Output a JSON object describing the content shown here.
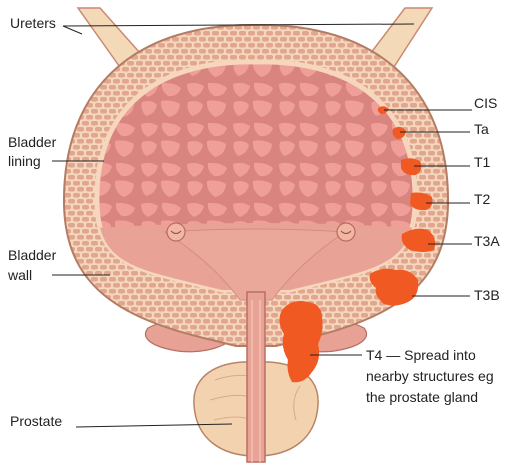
{
  "labels": {
    "ureters": "Ureters",
    "bladder_lining_1": "Bladder",
    "bladder_lining_2": "lining",
    "bladder_wall_1": "Bladder",
    "bladder_wall_2": "wall",
    "prostate": "Prostate"
  },
  "stages": {
    "cis": "CIS",
    "ta": "Ta",
    "t1": "T1",
    "t2": "T2",
    "t3a": "T3A",
    "t3b": "T3B",
    "t4_line1": "T4 — Spread into",
    "t4_line2": "nearby structures eg",
    "t4_line3": "the prostate gland"
  },
  "colors": {
    "tumor": "#f05a22",
    "wall": "#f2c9a8",
    "lining": "#e5938c",
    "prostate": "#f3d2b0"
  }
}
